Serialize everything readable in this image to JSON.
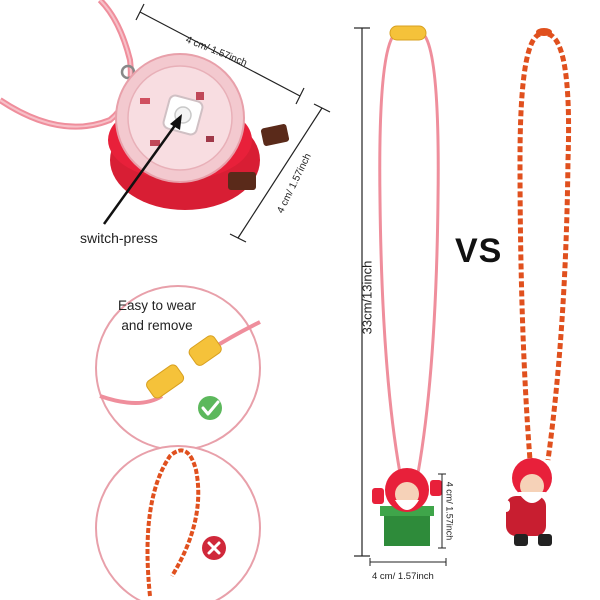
{
  "dimensions": {
    "top_width": "4 cm/ 1.57inch",
    "right_height": "4 cm/ 1.57inch",
    "chain_length": "33cm/13inch",
    "pendant_height": "4 cm/ 1.57inch",
    "pendant_width": "4 cm/ 1.57inch"
  },
  "callouts": {
    "switch": "switch-press",
    "vs": "VS",
    "easy_line1": "Easy to wear",
    "easy_line2": "and remove"
  },
  "icons": {
    "good": "check-icon",
    "bad": "cross-icon"
  },
  "colors": {
    "pendant_red": "#e8203a",
    "clasp_yellow": "#f5c23a",
    "chain_orange": "#e0501e",
    "cord_pink": "#ef8e9c",
    "good_green": "#5cb85c",
    "bad_red": "#d0283a",
    "santa_green": "#2e8b3a"
  }
}
